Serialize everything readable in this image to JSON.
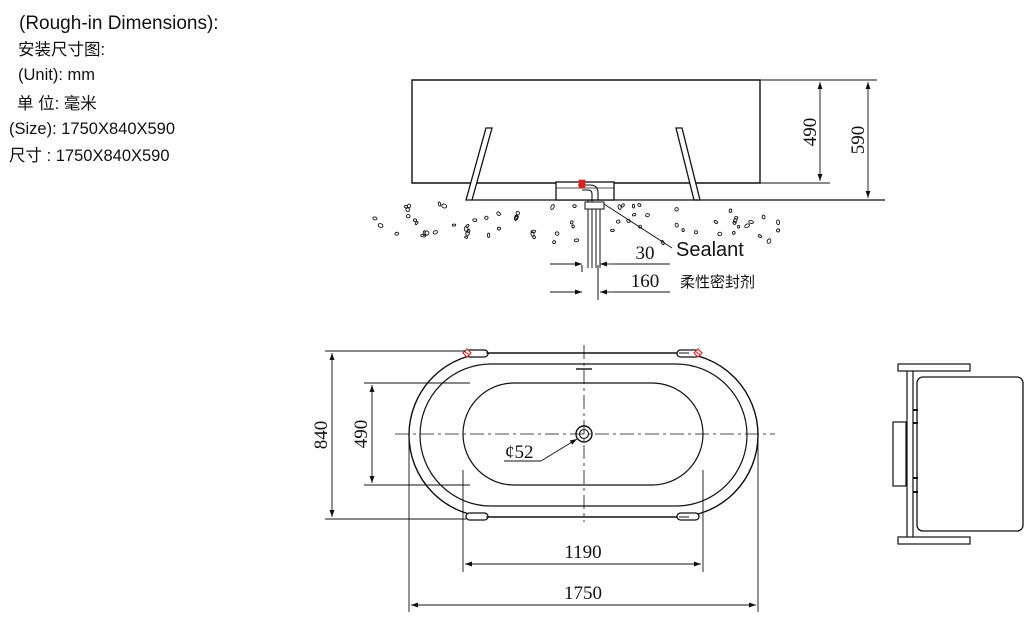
{
  "specs": {
    "title_en": "(Rough-in Dimensions):",
    "title_cn": "安装尺寸图:",
    "unit_en": "(Unit): mm",
    "unit_cn": "单 位: 毫米",
    "size_en": "(Size): 1750X840X590",
    "size_cn": "尺寸 : 1750X840X590"
  },
  "elevation": {
    "dim_inner_height": "490",
    "dim_total_height": "590",
    "dim_drain_offset": "30",
    "dim_drain_width": "160",
    "sealant_en": "Sealant",
    "sealant_cn": "柔性密封剂"
  },
  "plan": {
    "dim_outer_width": "840",
    "dim_inner_width": "490",
    "drain_diameter": "¢52",
    "dim_inner_length": "1190",
    "dim_outer_length": "1750"
  },
  "colors": {
    "line": "#111111",
    "accent": "#d81e1e"
  }
}
